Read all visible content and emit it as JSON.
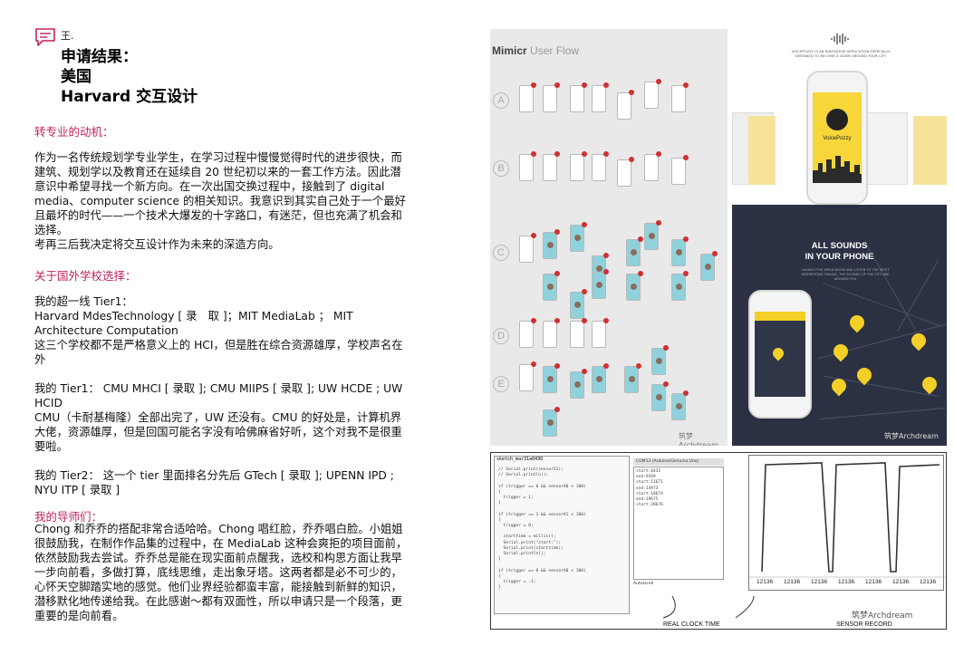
{
  "header": {
    "author": "王.",
    "title_line1": "申请结果：",
    "title_line2": "美国",
    "title_line3": "Harvard 交互设计"
  },
  "sections": {
    "motivation": {
      "title": "转专业的动机：",
      "paragraph": "作为一名传统规划学专业学生，在学习过程中慢慢觉得时代的进步很快，而建筑、规划学以及教育还在延续自 20 世纪初以来的一套工作方法。因此潜意识中希望寻找一个新方向。在一次出国交换过程中，接触到了 digital media、computer science 的相关知识。我意识到其实自己处于一个最好且最坏的时代——一个技术大爆发的十字路口，有迷茫，但也充满了机会和选择。",
      "conclusion": "考再三后我决定将交互设计作为未来的深造方向。"
    },
    "schools": {
      "title": "关于国外学校选择：",
      "tier1_heading": "我的超一线 Tier1：",
      "tier1_list": "Harvard MdesTechnology [ 录　取 ]；MIT MediaLab ； MIT Architecture Computation",
      "tier1_note": "这三个学校都不是严格意义上的 HCI，但是胜在综合资源雄厚，学校声名在外",
      "tier2_list": "我的 Tier1： CMU MHCI [ 录取 ]; CMU MIIPS [ 录取 ]; UW HCDE ; UW HCID",
      "tier2_note": "CMU（卡耐基梅隆）全部出完了，UW 还没有。CMU 的好处是，计算机界大佬，资源雄厚，但是回国可能名字没有哈佛麻省好听，这个对我不是很重要啦。",
      "tier3_list": "我的 Tier2： 这一个 tier 里面排名分先后 GTech [ 录取 ]; UPENN IPD ; NYU ITP [ 录取 ]"
    },
    "mentors": {
      "title": "我的导师们：",
      "paragraph": "Chong 和乔乔的搭配非常合适哈哈。Chong 唱红脸，乔乔唱白脸。小姐姐很鼓励我，在制作作品集的过程中，在 MediaLab 这种会爽拒的项目面前，依然鼓励我去尝试。乔乔总是能在现实面前点醒我，选校和构思方面让我早一步向前看，多做打算，底线思维，走出象牙塔。这两者都是必不可少的，心怀天空脚踏实地的感觉。他们业界经验都蛮丰富，能接触到新鲜的知识，潜移默化地传递给我。在此感谢～都有双面性，所以申请只是一个段落，更重要的是向前看。"
    }
  },
  "images": {
    "flow": {
      "title": "Mimicr",
      "subtitle": "User Flow",
      "rows": [
        "A",
        "B",
        "C",
        "D",
        "E"
      ],
      "watermark": "筑梦Archdream"
    },
    "voice": {
      "promo_text": "VOICEPOZZY IS AN INNOVATIVE APPLICATION ESPECIALLY DESIGNED TO BECOME A GUIDE AROUND YOUR CITY",
      "app_name": "VoicePozzy",
      "headline_line1": "ALL SOUNDS",
      "headline_line2": "IN YOUR PHONE",
      "sub_text": "LAUNCH THE APPLICATION AND LISTEN TO THE MOST INTERESTING TRACKS, THE SOUNDS OF THE CITY ARE AROUND YOU",
      "watermark": "筑梦Archdream"
    },
    "code": {
      "sketch_name": "sketch_mar31a0430",
      "serial_title": "COM13 (Arduino/Genuino Uno)",
      "source": "// Serial.print(sensorS1);\n// Serial.println();\n\nif (trigger == 0 && sensorA0 < 100)\n{\n  trigger = 1;\n}\n\nif (trigger == 1 && sensorA1 < 100)\n{\n  trigger = 0;\n\n  starttime = millis();\n  Serial.print(\"start:\");\n  Serial.print(starttime);\n  Serial.println();\n}\n\nif (trigger == 0 && sensorA0 < 100)\n{\n  trigger = -1;\n}",
      "serial_lines": [
        "start:8435",
        "end:9169",
        "start:11671",
        "end:14973",
        "start:18674",
        "end:19675",
        "start:20676"
      ],
      "autoscroll": "Autoscroll",
      "plot_ticks": [
        "12136",
        "12136",
        "12136",
        "12136",
        "12136",
        "12136",
        "12136"
      ],
      "caption_left": "REAL CLOCK TIME",
      "caption_right": "SENSOR RECORD",
      "watermark": "筑梦Archdream"
    }
  }
}
